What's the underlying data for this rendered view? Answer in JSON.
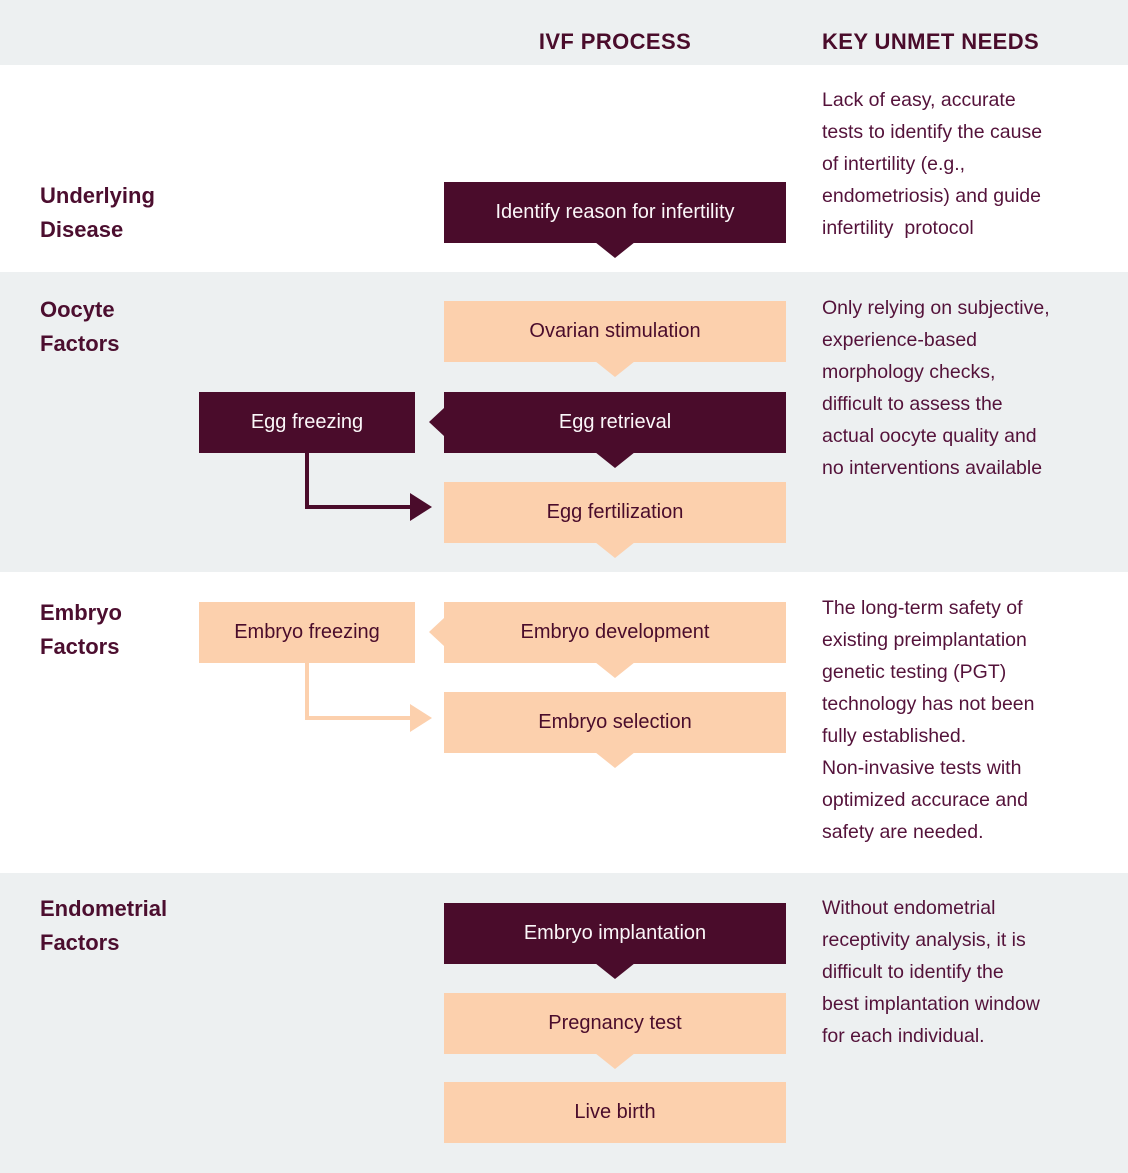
{
  "header": {
    "ivf_process": "IVF PROCESS",
    "key_unmet_needs": "KEY UNMET NEEDS"
  },
  "colors": {
    "dark_maroon": "#4A0C2B",
    "peach": "#FCD0AD",
    "band_gray": "#EDF0F1",
    "text_maroon": "#54123A",
    "white": "#FFFFFF"
  },
  "sections": [
    {
      "label": [
        "Underlying",
        "Disease"
      ],
      "steps": {
        "identify": "Identify reason for infertility"
      },
      "need": [
        "Lack of easy, accurate",
        "tests to identify the cause",
        "of intertility (e.g.,",
        "endometriosis) and guide",
        "infertility  protocol"
      ]
    },
    {
      "label": [
        "Oocyte",
        "Factors"
      ],
      "steps": {
        "ovarian_stimulation": "Ovarian stimulation",
        "egg_retrieval": "Egg retrieval",
        "egg_freezing": "Egg freezing",
        "egg_fertilization": "Egg fertilization"
      },
      "need": [
        "Only relying on subjective,",
        "experience-based",
        "morphology checks,",
        "difficult to assess the",
        "actual oocyte quality and",
        "no interventions available"
      ]
    },
    {
      "label": [
        "Embryo",
        "Factors"
      ],
      "steps": {
        "embryo_development": "Embryo development",
        "embryo_freezing": "Embryo freezing",
        "embryo_selection": "Embryo selection"
      },
      "need": [
        "The long-term safety of",
        "existing preimplantation",
        "genetic testing (PGT)",
        "technology has not been",
        "fully established.",
        "Non-invasive tests with",
        "optimized accurace and",
        "safety are needed."
      ]
    },
    {
      "label": [
        "Endometrial",
        "Factors"
      ],
      "steps": {
        "embryo_implantation": "Embryo implantation",
        "pregnancy_test": "Pregnancy test",
        "live_birth": "Live birth"
      },
      "need": [
        "Without endometrial",
        "receptivity analysis, it is",
        "difficult to identify the",
        "best implantation window",
        "for each individual."
      ]
    }
  ]
}
